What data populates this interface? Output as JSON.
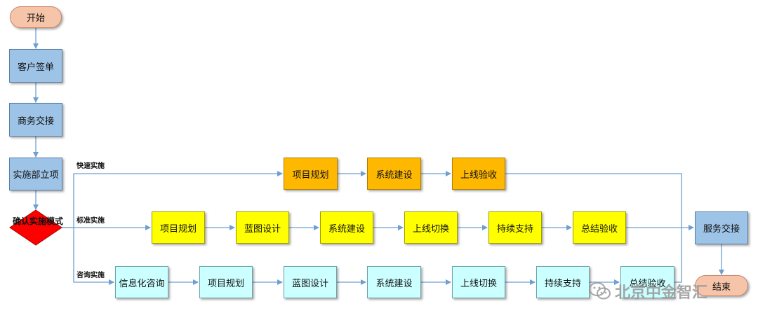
{
  "start": "开始",
  "end": "结束",
  "steps": {
    "sign": "客户签单",
    "handover": "商务交接",
    "project": "实施部立项",
    "decide": "确认实施模式",
    "service": "服务交接"
  },
  "lanes": {
    "fast": {
      "label": "快速实施",
      "items": [
        "项目规划",
        "系统建设",
        "上线验收"
      ]
    },
    "standard": {
      "label": "标准实施",
      "items": [
        "项目规划",
        "蓝图设计",
        "系统建设",
        "上线切换",
        "持续支持",
        "总结验收"
      ]
    },
    "consult": {
      "label": "咨询实施",
      "items": [
        "信息化咨询",
        "项目规划",
        "蓝图设计",
        "系统建设",
        "上线切换",
        "持续支持",
        "总结验收"
      ]
    }
  },
  "watermark": "北京中金智汇",
  "colors": {
    "terminal": "#f6c4a8",
    "main": "#9dc3e6",
    "fast": "#ffb800",
    "standard": "#ffff00",
    "consult": "#ccffff",
    "arrow": "#6f9fd0",
    "diamond": "#ff0000"
  }
}
